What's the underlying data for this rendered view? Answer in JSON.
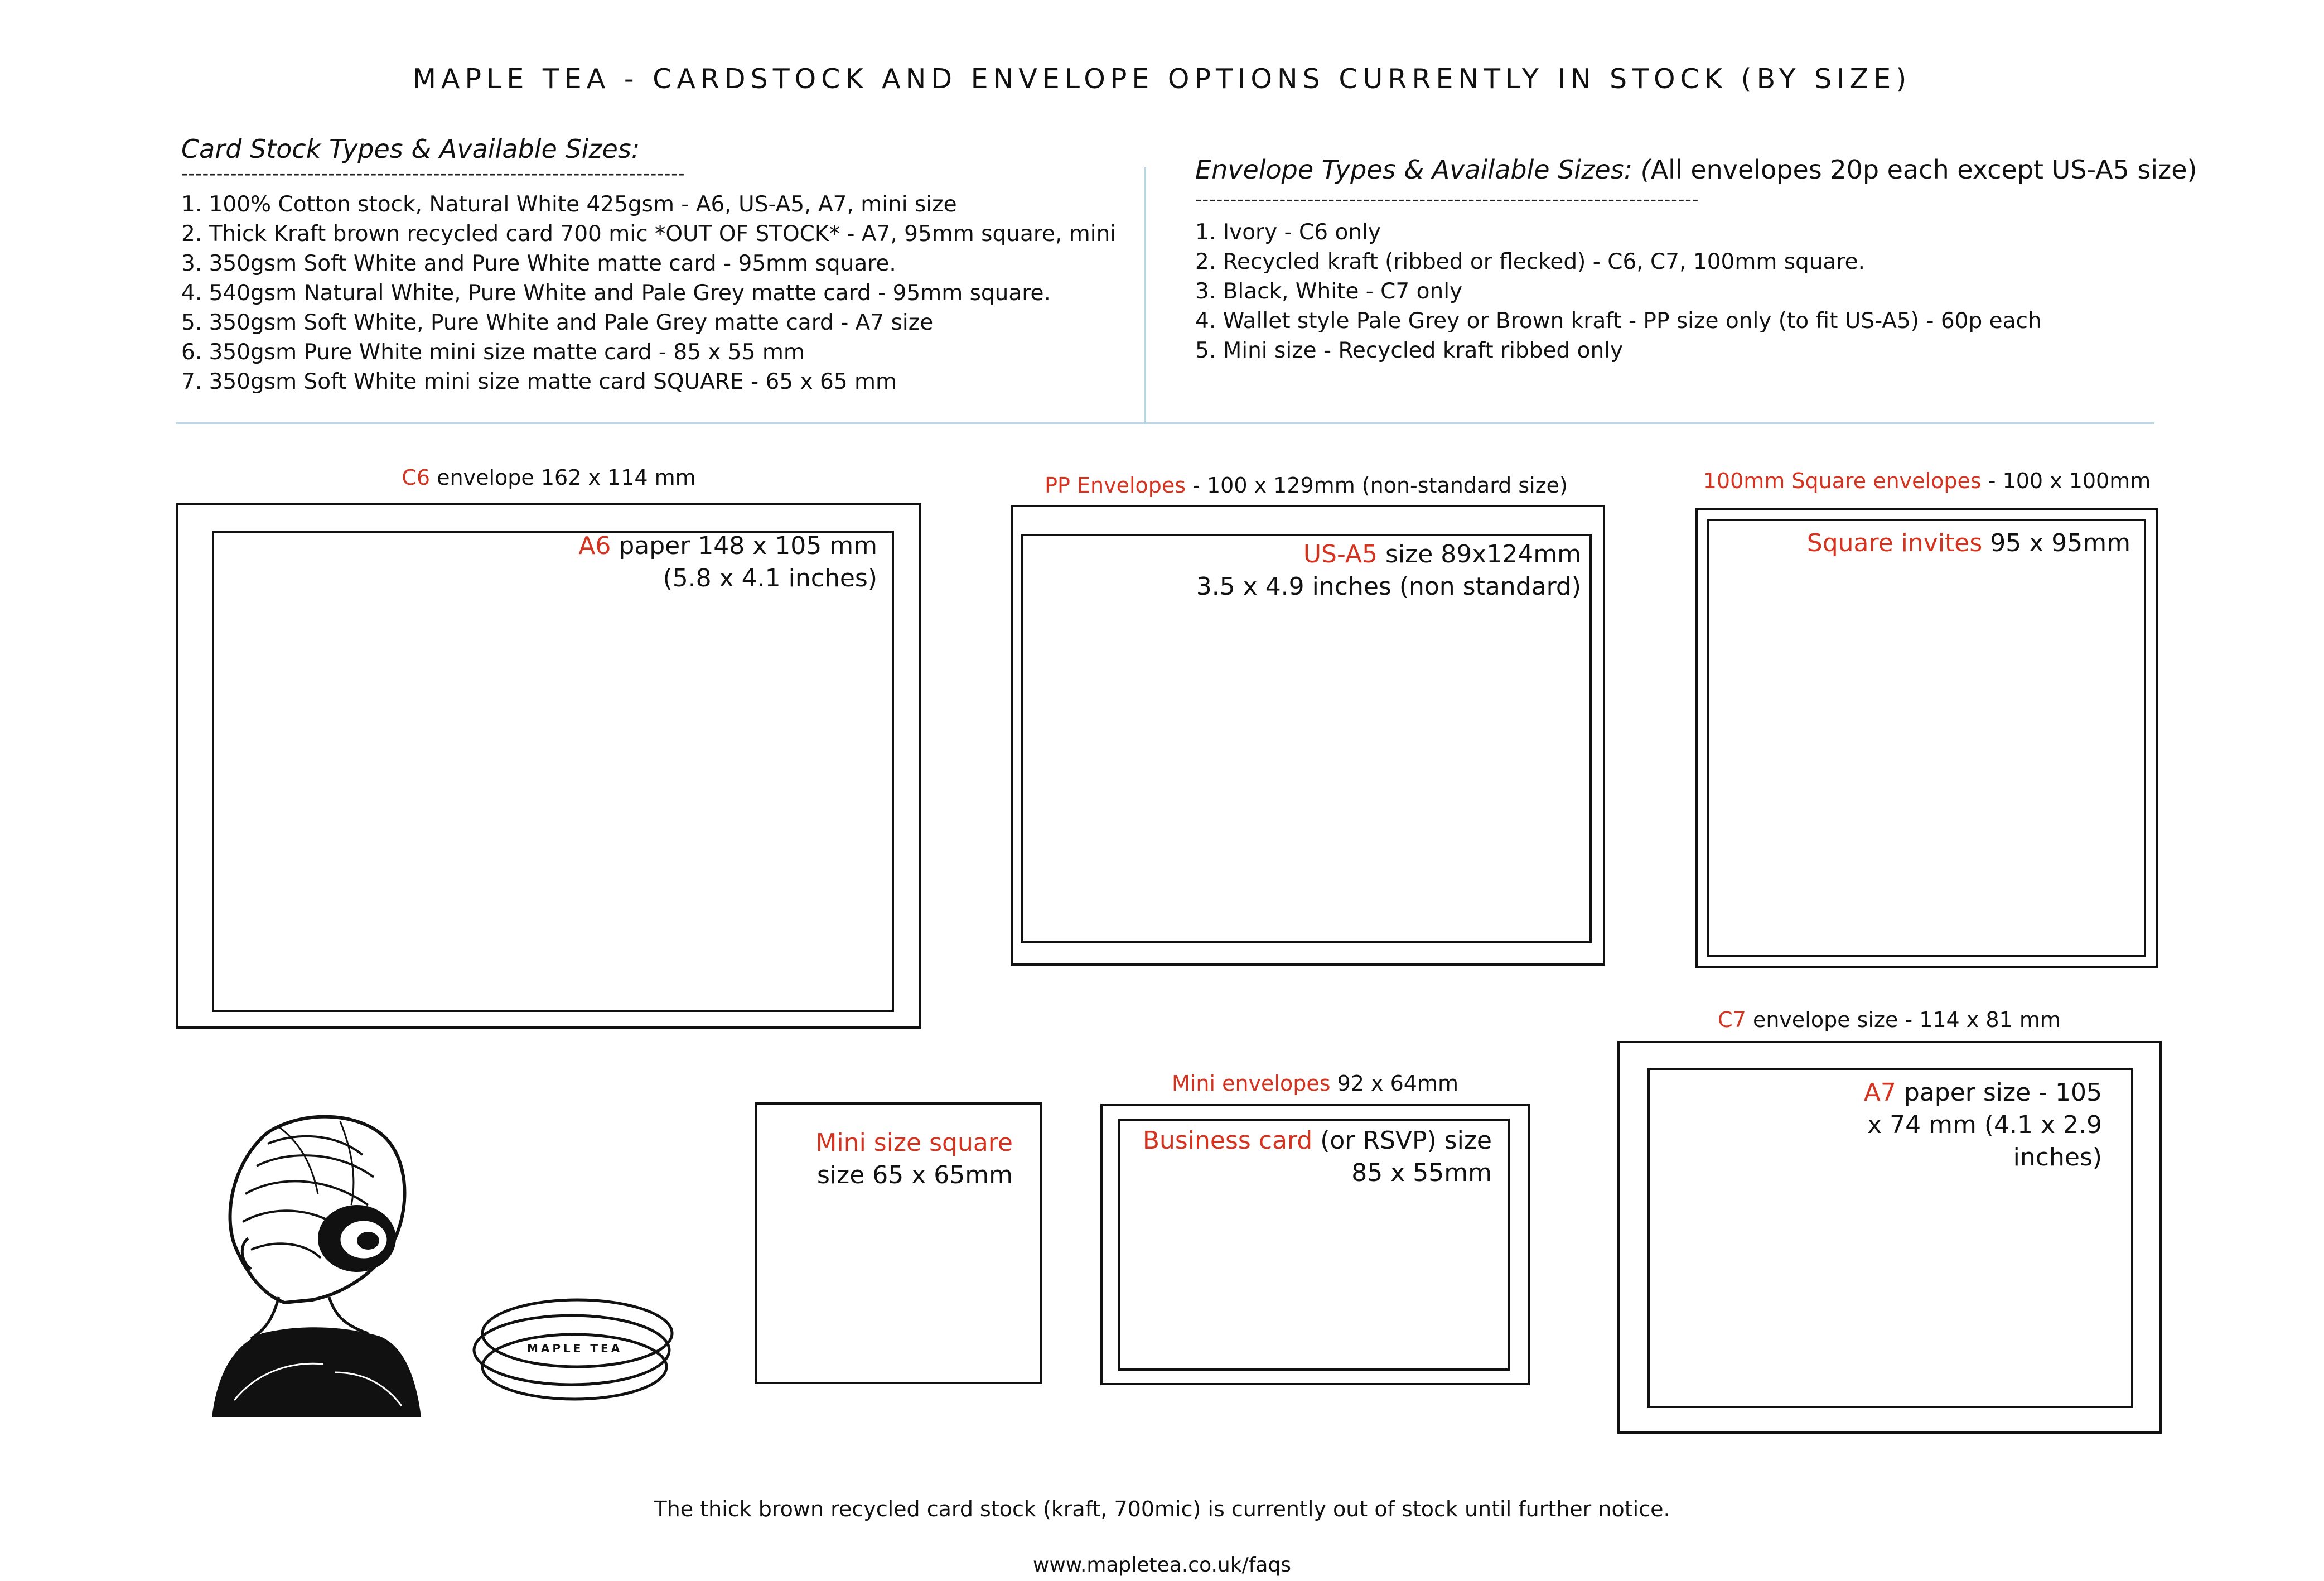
{
  "title": "MAPLE TEA - CARDSTOCK AND ENVELOPE OPTIONS CURRENTLY IN STOCK (BY SIZE)",
  "card_stock": {
    "heading": "Card Stock Types & Available Sizes:",
    "divider": "------------------------------------------------------------------------",
    "items": [
      "1. 100% Cotton stock, Natural White 425gsm  -  A6, US-A5, A7, mini size",
      "2. Thick Kraft brown recycled card 700 mic *OUT OF STOCK* -  A7, 95mm square, mini",
      "3. 350gsm Soft White and Pure White matte card  -  95mm square.",
      "4. 540gsm Natural White, Pure White and Pale Grey matte card  -  95mm square.",
      "5. 350gsm Soft White, Pure White and Pale Grey matte card  -  A7 size",
      "6. 350gsm Pure White mini size matte card  -  85 x 55 mm",
      "7. 350gsm Soft White mini size matte card SQUARE - 65 x 65 mm"
    ]
  },
  "envelopes": {
    "heading": "Envelope Types & Available Sizes: (",
    "heading_rest": "All envelopes 20p each except US-A5 size)",
    "divider": "------------------------------------------------------------------------",
    "items": [
      "1. Ivory - C6 only",
      "2. Recycled kraft (ribbed or flecked) - C6, C7, 100mm square.",
      "3. Black, White - C7 only",
      "4. Wallet style Pale Grey or Brown kraft - PP size only (to fit US-A5) - 60p each",
      "5. Mini size - Recycled kraft ribbed only"
    ]
  },
  "diagrams": {
    "c6": {
      "label_red": "C6",
      "label_rest": " envelope 162 x 114 mm",
      "inner_red": "A6",
      "inner_rest": " paper 148 x 105 mm",
      "inner_line2": "(5.8 x 4.1 inches)"
    },
    "pp": {
      "label_red": "PP Envelopes",
      "label_rest": " - 100 x 129mm (non-standard size)",
      "inner_red": "US-A5",
      "inner_rest": " size 89x124mm",
      "inner_line2": "3.5 x 4.9 inches (non standard)"
    },
    "square": {
      "label_red": "100mm Square envelopes",
      "label_rest": " - 100 x 100mm",
      "inner_red": "Square invites",
      "inner_rest": " 95 x 95mm"
    },
    "c7": {
      "label_red": "C7",
      "label_rest": " envelope size - 114 x 81 mm",
      "inner_red": "A7",
      "inner_rest": " paper size - 105",
      "inner_line2": "x 74 mm (4.1 x 2.9",
      "inner_line3": "inches)"
    },
    "mini_square": {
      "inner_red": "Mini size square",
      "inner_line2": "size 65 x 65mm"
    },
    "mini": {
      "label_red": "Mini envelopes",
      "label_rest": " 92 x 64mm",
      "inner_red": "Business card",
      "inner_rest": " (or RSVP) size",
      "inner_line2": "85 x 55mm"
    }
  },
  "logo_text": "MAPLE TEA",
  "footer": {
    "note": "The thick brown recycled card stock (kraft, 700mic) is currently out of stock until further notice.",
    "url": "www.mapletea.co.uk/faqs"
  },
  "colors": {
    "accent_red": "#d3331f",
    "divider_blue": "#b7d6e8",
    "ink": "#111111"
  }
}
